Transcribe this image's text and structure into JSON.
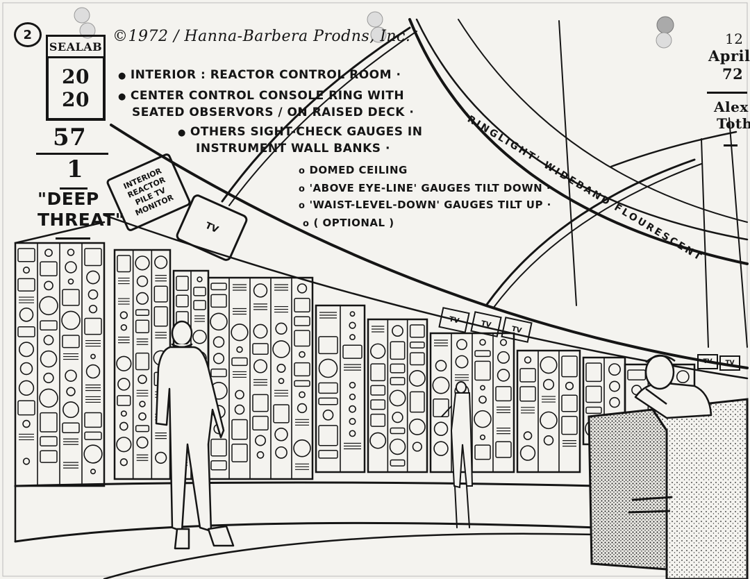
{
  "header": {
    "page_number": "2",
    "show_label": "SEALAB",
    "series_number_top": "20",
    "series_number_bottom": "20",
    "scene_number": "57",
    "shot_number": "1",
    "episode_title_line1": "\"DEEP",
    "episode_title_line2": "THREAT\"",
    "copyright": "©1972 / Hanna-Barbera Prodns, Inc.",
    "date_day": "12",
    "date_month": "April",
    "date_year": "72",
    "artist_line1": "Alex",
    "artist_line2": "Toth"
  },
  "notes": [
    {
      "bullet": "●",
      "text": "INTERIOR : REACTOR CONTROL ROOM ·"
    },
    {
      "bullet": "●",
      "text": "CENTER CONTROL CONSOLE RING WITH"
    },
    {
      "bullet": "",
      "text": "SEATED OBSERVORS / ON RAISED DECK ·"
    },
    {
      "bullet": "●",
      "text": "OTHERS SIGHT-CHECK GAUGES IN"
    },
    {
      "bullet": "",
      "text": "INSTRUMENT WALL BANKS ·"
    }
  ],
  "ceiling_notes": [
    {
      "bullet": "o",
      "text": "DOMED CEILING"
    },
    {
      "bullet": "o",
      "text": "'ABOVE EYE-LINE' GAUGES TILT DOWN ·"
    },
    {
      "bullet": "o",
      "text": "'WAIST-LEVEL-DOWN' GAUGES TILT UP ·"
    },
    {
      "bullet": "o",
      "text": "( OPTIONAL )"
    }
  ],
  "labels": {
    "ringlight": "'RINGLIGHT' WIDEBAND FLOURESCENT",
    "monitor_line1": "INTERIOR",
    "monitor_line2": "REACTOR",
    "monitor_line3": "PILE TV",
    "monitor_line4": "MONITOR",
    "tv_main": "TV",
    "tv_1": "TV",
    "tv_2": "TV",
    "tv_3": "TV",
    "tv_4": "TV",
    "tv_5": "TV"
  },
  "colors": {
    "ink": "#151515",
    "paper": "#f4f3ef"
  }
}
